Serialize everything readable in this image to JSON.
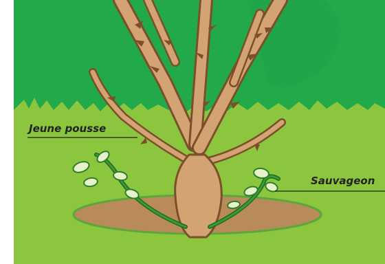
{
  "labels": {
    "young_shoot": "Jeune pousse",
    "rootstock_sucker": "Sauvageon"
  },
  "colors": {
    "sky_green": "#22a94a",
    "grass_light": "#8cc63f",
    "grass_dark": "#5aa83a",
    "soil": "#b98a5a",
    "stem": "#d4a373",
    "stem_outline": "#7a4f2a",
    "sucker_green": "#3a9a3a",
    "leaf_light": "#e8f2c8"
  },
  "icons": {
    "plant": "rose-bush-illustration"
  }
}
